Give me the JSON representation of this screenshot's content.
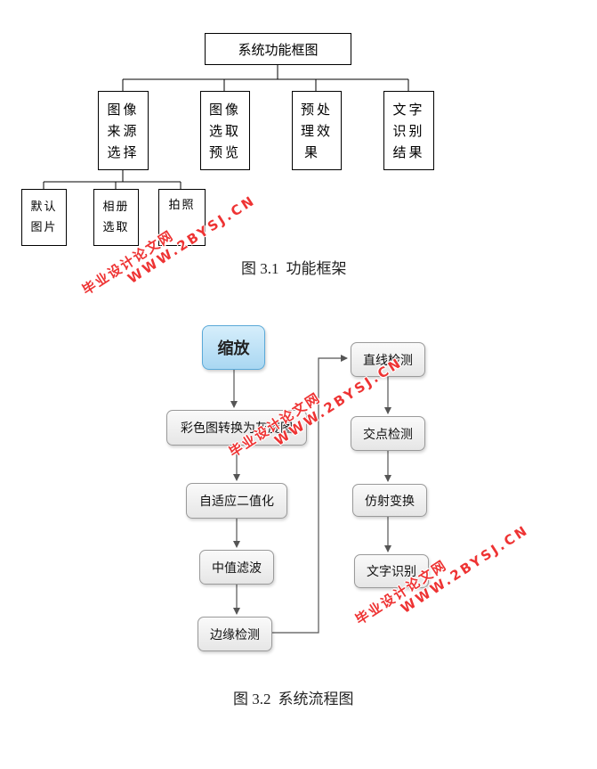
{
  "figure1": {
    "root": "系统功能框图",
    "level2": [
      {
        "lines": [
          "图像",
          "来源",
          "选择"
        ]
      },
      {
        "lines": [
          "图像",
          "选取",
          "预览"
        ]
      },
      {
        "lines": [
          "预处",
          "理效",
          "果"
        ]
      },
      {
        "lines": [
          "文字",
          "识别",
          "结果"
        ]
      }
    ],
    "level3": [
      {
        "lines": [
          "默认",
          "图片"
        ]
      },
      {
        "lines": [
          "相册",
          "选取"
        ]
      },
      {
        "lines": [
          "拍照"
        ]
      }
    ],
    "caption_num": "图 3.1",
    "caption_text": "功能框架"
  },
  "figure2": {
    "start": "缩放",
    "left_steps": [
      "彩色图转换为灰度图",
      "自适应二值化",
      "中值滤波",
      "边缘检测"
    ],
    "right_steps": [
      "直线检测",
      "交点检测",
      "仿射变换",
      "文字识别"
    ],
    "caption_num": "图 3.2",
    "caption_text": "系统流程图"
  },
  "watermark": {
    "line1": "毕业设计论文网",
    "line2": "WWW.2BYSJ.CN",
    "color": "#e33333"
  }
}
